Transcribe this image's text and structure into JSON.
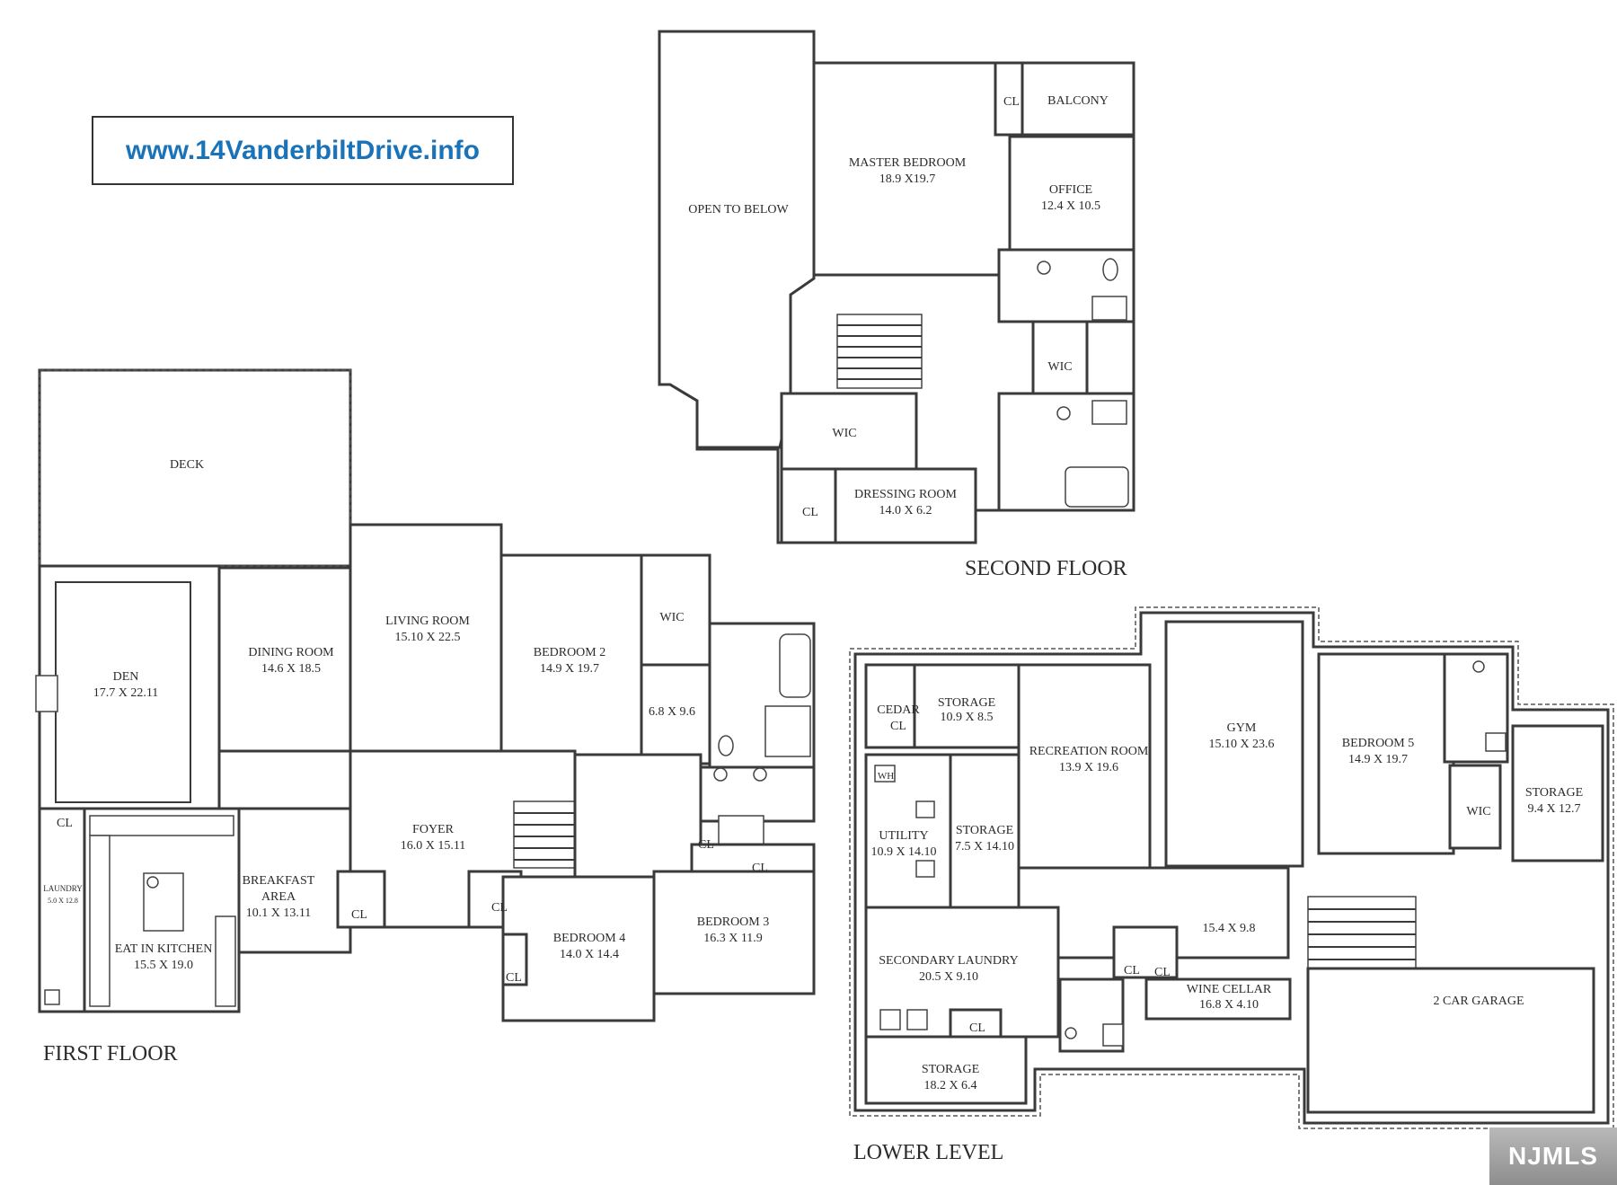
{
  "website": "www.14VanderbiltDrive.info",
  "badge": "NJMLS",
  "floors": {
    "first": "FIRST FLOOR",
    "second": "SECOND FLOOR",
    "lower": "LOWER LEVEL"
  },
  "rooms": {
    "deck": "DECK",
    "den": [
      "DEN",
      "17.7 X 22.11"
    ],
    "dining": [
      "DINING ROOM",
      "14.6 X 18.5"
    ],
    "living": [
      "LIVING ROOM",
      "15.10 X 22.5"
    ],
    "bedroom2": [
      "BEDROOM 2",
      "14.9 X 19.7"
    ],
    "wic_first": "WIC",
    "room_68": "6.8 X 9.6",
    "foyer": [
      "FOYER",
      "16.0 X 15.11"
    ],
    "breakfast": [
      "BREAKFAST",
      "AREA",
      "10.1 X 13.11"
    ],
    "kitchen": [
      "EAT IN KITCHEN",
      "15.5 X 19.0"
    ],
    "laundry": [
      "LAUNDRY",
      "5.0 X 12.8"
    ],
    "bedroom4": [
      "BEDROOM 4",
      "14.0 X 14.4"
    ],
    "bedroom3": [
      "BEDROOM 3",
      "16.3 X 11.9"
    ],
    "cl": "CL",
    "open_below": "OPEN TO BELOW",
    "master": [
      "MASTER BEDROOM",
      "18.9 X19.7"
    ],
    "balcony": "BALCONY",
    "office": [
      "OFFICE",
      "12.4 X 10.5"
    ],
    "wic": "WIC",
    "dressing": [
      "DRESSING ROOM",
      "14.0 X 6.2"
    ],
    "cedar": [
      "CEDAR",
      "CL"
    ],
    "storage1": [
      "STORAGE",
      "10.9 X 8.5"
    ],
    "recreation": [
      "RECREATION ROOM",
      "13.9 X 19.6"
    ],
    "gym": [
      "GYM",
      "15.10 X 23.6"
    ],
    "bedroom5": [
      "BEDROOM 5",
      "14.9 X 19.7"
    ],
    "storage_right": [
      "STORAGE",
      "9.4 X 12.7"
    ],
    "wh": "WH",
    "utility": [
      "UTILITY",
      "10.9 X 14.10"
    ],
    "storage2": [
      "STORAGE",
      "7.5 X 14.10"
    ],
    "room_154": "15.4 X 9.8",
    "sec_laundry": [
      "SECONDARY LAUNDRY",
      "20.5 X 9.10"
    ],
    "wine": [
      "WINE CELLAR",
      "16.8 X 4.10"
    ],
    "garage": "2 CAR GARAGE",
    "storage3": [
      "STORAGE",
      "18.2 X 6.4"
    ]
  }
}
